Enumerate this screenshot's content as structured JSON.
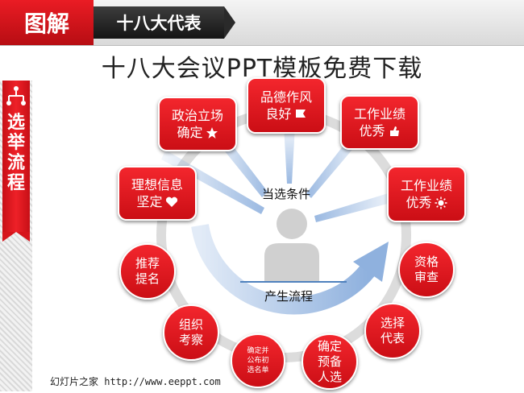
{
  "header": {
    "tag_label": "图解",
    "subtitle": "十八大代表",
    "title": "十八大会议PPT模板免费下载"
  },
  "sidebar": {
    "vertical_label": "选举流程"
  },
  "diagram": {
    "center_top_label": "当选条件",
    "center_bottom_label": "产生流程",
    "conditions": [
      {
        "line1": "理想信息",
        "line2": "坚定"
      },
      {
        "line1": "政治立场",
        "line2": "确定"
      },
      {
        "line1": "品德作风",
        "line2": "良好"
      },
      {
        "line1": "工作业绩",
        "line2": "优秀"
      },
      {
        "line1": "工作业绩",
        "line2": "优秀"
      }
    ],
    "steps": [
      {
        "line1": "推荐",
        "line2": "提名"
      },
      {
        "line1": "组织",
        "line2": "考察"
      },
      {
        "line1": "确定并",
        "line2": "公布初",
        "line3": "选名单"
      },
      {
        "line1": "确定",
        "line2": "预备",
        "line3": "人选"
      },
      {
        "line1": "选择",
        "line2": "代表"
      },
      {
        "line1": "资格",
        "line2": "审查"
      }
    ]
  },
  "footer": {
    "text": "幻灯片之家 http://www.eeppt.com"
  },
  "colors": {
    "primary_red": "#e0151c",
    "dark": "#222222",
    "accent_blue": "#8fb1de"
  }
}
